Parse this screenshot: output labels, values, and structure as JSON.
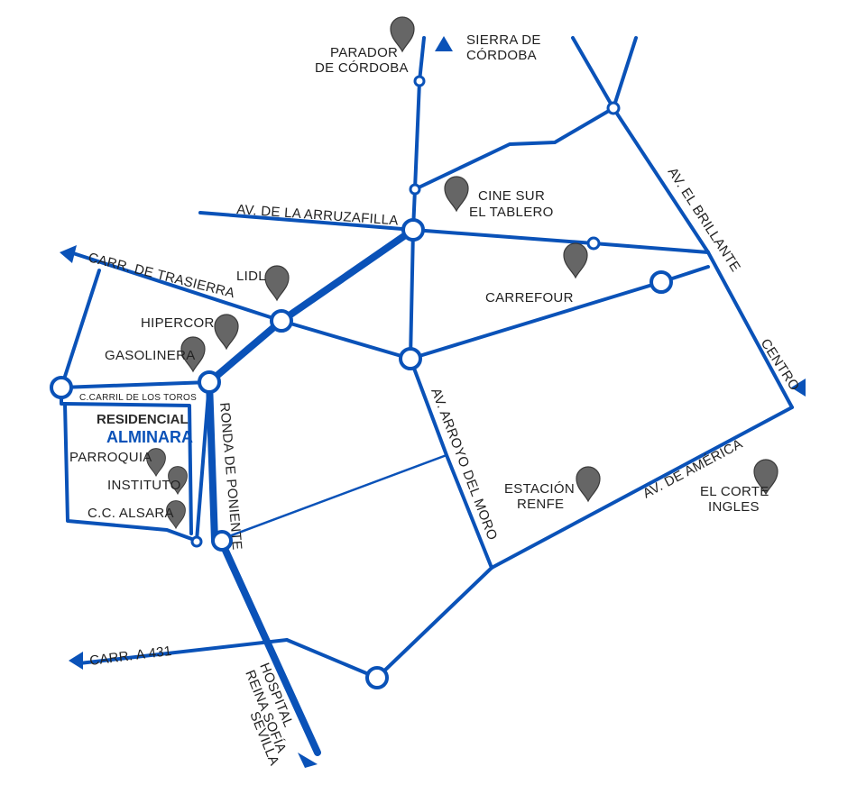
{
  "map": {
    "colors": {
      "road": "#0a52b8",
      "pin": "#666666",
      "label": "#222222",
      "highlight": "#0a52b8"
    },
    "roads": {
      "arruzafilla": "AV. DE LA ARRUZAFILLA",
      "trasierra": "CARR. DE TRASIERRA",
      "brillante": "AV. EL BRILLANTE",
      "ronda_poniente": "RONDA DE PONIENTE",
      "arroyo_moro": "AV. ARROYO DEL MORO",
      "america": "AV. DE AMÉRICA",
      "carril_toros": "C.CARRIL DE LOS TOROS",
      "carr_431": "CARR. A 431"
    },
    "destinations": {
      "sierra_line1": "SIERRA DE",
      "sierra_line2": "CÓRDOBA",
      "centro": "CENTRO",
      "hospital_line1": "HOSPITAL",
      "hospital_line2": "REINA SOFÍA",
      "hospital_line3": "SEVILLA"
    },
    "residencial": {
      "title": "RESIDENCIAL",
      "name": "ALMINARA"
    },
    "pois": {
      "parador_line1": "PARADOR",
      "parador_line2": "DE CÓRDOBA",
      "cine_line1": "CINE SUR",
      "cine_line2": "EL TABLERO",
      "lidl": "LIDL",
      "carrefour": "CARREFOUR",
      "hipercor": "HIPERCOR",
      "gasolinera": "GASOLINERA",
      "parroquia": "PARROQUIA",
      "instituto": "INSTITUTO",
      "alsara": "C.C. ALSARA",
      "renfe_line1": "ESTACIÓN",
      "renfe_line2": "RENFE",
      "corte_line1": "EL CORTE",
      "corte_line2": "INGLES"
    }
  }
}
